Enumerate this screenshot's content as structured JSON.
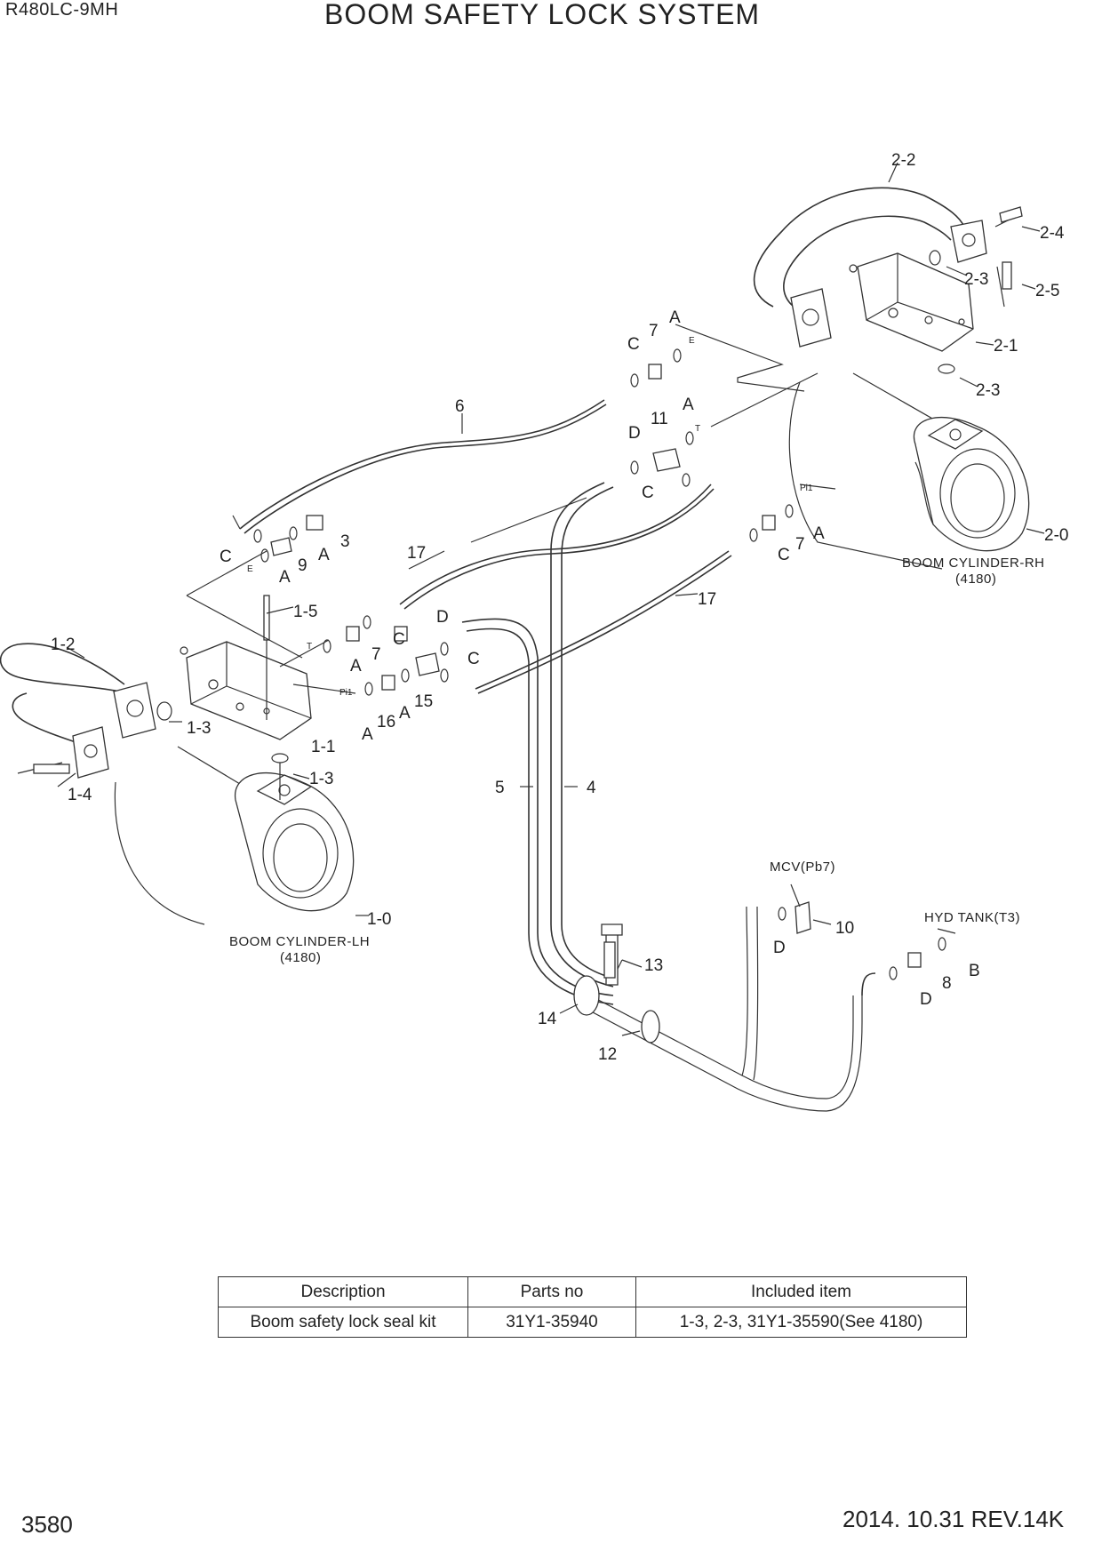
{
  "header": {
    "model": "R480LC-9MH",
    "title": "BOOM SAFETY LOCK SYSTEM"
  },
  "footer": {
    "page": "3580",
    "date_rev": "2014. 10.31  REV.14K"
  },
  "captions": {
    "cyl_rh": "BOOM CYLINDER-RH",
    "cyl_rh_ref": "(4180)",
    "cyl_lh": "BOOM CYLINDER-LH",
    "cyl_lh_ref": "(4180)",
    "mcv": "MCV(Pb7)",
    "tank": "HYD TANK(T3)"
  },
  "callouts": {
    "c2_2": "2-2",
    "c2_4": "2-4",
    "c2_3a": "2-3",
    "c2_5": "2-5",
    "c2_1": "2-1",
    "c2_3b": "2-3",
    "c2_0": "2-0",
    "c7a": "7",
    "cAa": "A",
    "cCa": "C",
    "cEa": "E",
    "c6": "6",
    "c11": "11",
    "cAb": "A",
    "cDa": "D",
    "cTa": "T",
    "cCb": "C",
    "cPi1a": "Pi1",
    "cAc": "A",
    "c7b": "7",
    "cCc": "C",
    "cCd": "C",
    "cEb": "E",
    "cAd": "A",
    "c9": "9",
    "cAe": "A",
    "c3": "3",
    "c17a": "17",
    "c17b": "17",
    "c1_5": "1-5",
    "c7c": "7",
    "cCe": "C",
    "cTb": "T",
    "cAf": "A",
    "cDb": "D",
    "cCf": "C",
    "cPi1b": "Pi1",
    "cAg": "A",
    "c16": "16",
    "cAh": "A",
    "c15": "15",
    "c1_2": "1-2",
    "c1_3a": "1-3",
    "c1_1": "1-1",
    "c1_3b": "1-3",
    "c1_4": "1-4",
    "c1_0": "1-0",
    "c5": "5",
    "c4": "4",
    "c10": "10",
    "cDc": "D",
    "c13": "13",
    "cB": "B",
    "c8": "8",
    "cDd": "D",
    "c14": "14",
    "c12": "12"
  },
  "table": {
    "headers": [
      "Description",
      "Parts no",
      "Included item"
    ],
    "rows": [
      [
        "Boom safety lock seal kit",
        "31Y1-35940",
        "1-3, 2-3, 31Y1-35590(See 4180)"
      ]
    ]
  }
}
